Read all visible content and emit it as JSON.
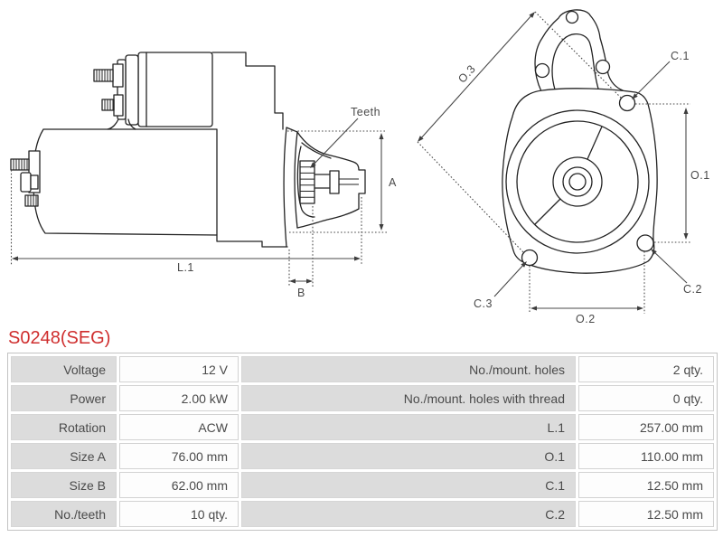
{
  "title": "S0248(SEG)",
  "accent_color": "#cf2e2e",
  "diagram": {
    "side_view": {
      "name": "starter-motor-side-view",
      "labels": {
        "teeth": "Teeth",
        "a": "A",
        "l1": "L.1",
        "b": "B"
      }
    },
    "front_view": {
      "name": "starter-motor-front-view",
      "labels": {
        "o3": "O.3",
        "c1": "C.1",
        "o1": "O.1",
        "c2": "C.2",
        "c3": "C.3",
        "o2": "O.2"
      }
    }
  },
  "table": {
    "rows": [
      {
        "left_label": "Voltage",
        "left_value": "12 V",
        "right_label": "No./mount. holes",
        "right_value": "2 qty."
      },
      {
        "left_label": "Power",
        "left_value": "2.00 kW",
        "right_label": "No./mount. holes with thread",
        "right_value": "0 qty."
      },
      {
        "left_label": "Rotation",
        "left_value": "ACW",
        "right_label": "L.1",
        "right_value": "257.00 mm"
      },
      {
        "left_label": "Size A",
        "left_value": "76.00 mm",
        "right_label": "O.1",
        "right_value": "110.00 mm"
      },
      {
        "left_label": "Size B",
        "left_value": "62.00 mm",
        "right_label": "C.1",
        "right_value": "12.50 mm"
      },
      {
        "left_label": "No./teeth",
        "left_value": "10 qty.",
        "right_label": "C.2",
        "right_value": "12.50 mm"
      }
    ]
  }
}
